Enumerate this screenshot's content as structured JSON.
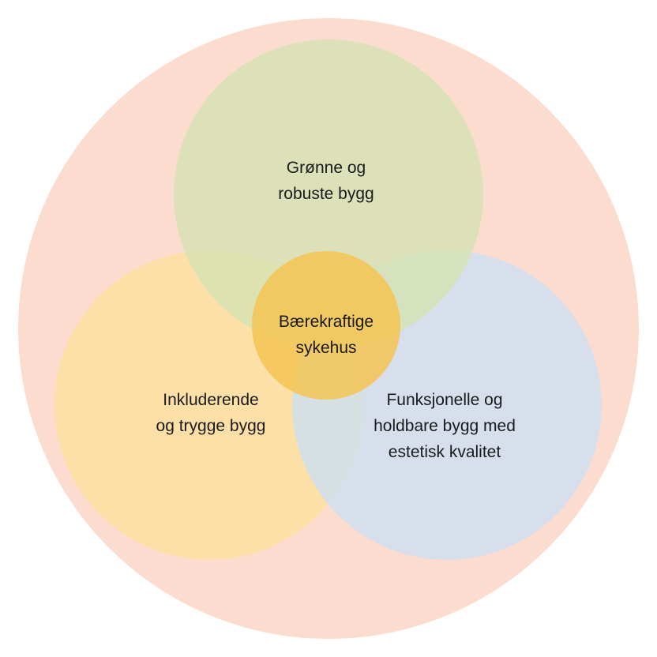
{
  "diagram": {
    "outer": {
      "color": "#fddcd0"
    },
    "green": {
      "color": "#d5e2b3",
      "lines": [
        "Grønne og",
        "robuste bygg"
      ]
    },
    "yellow": {
      "color": "#fde0a0",
      "lines": [
        "Inkluderende",
        "og trygge bygg"
      ]
    },
    "blue": {
      "color": "#cddff0",
      "lines": [
        "Funksjonelle og",
        "holdbare bygg med",
        "estetisk kvalitet"
      ]
    },
    "center": {
      "color": "#f5c453",
      "lines": [
        "Bærekraftige",
        "sykehus"
      ]
    }
  }
}
